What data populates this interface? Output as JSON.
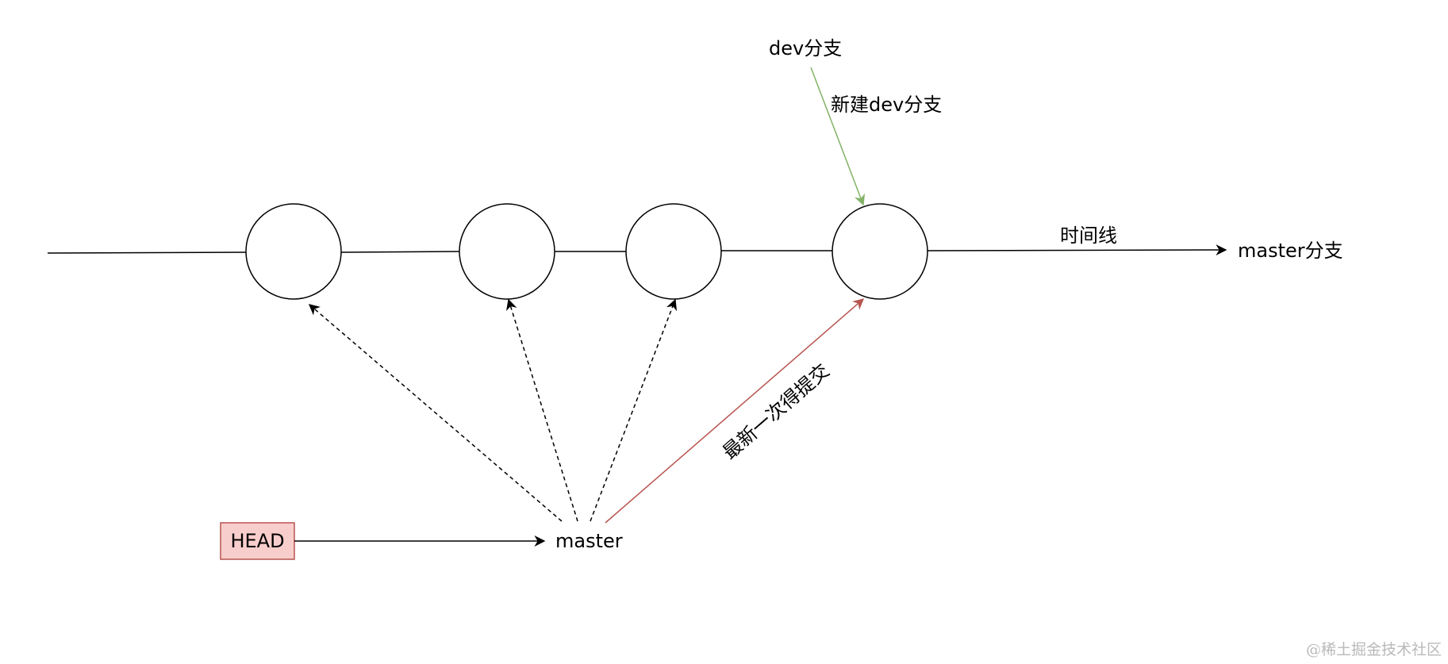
{
  "labels": {
    "dev_branch": "dev分支",
    "create_dev": "新建dev分支",
    "timeline": "时间线",
    "master_branch": "master分支",
    "latest_commit": "最新一次得提交",
    "head": "HEAD",
    "master": "master"
  },
  "watermark": "@稀土掘金技术社区",
  "commits": [
    {
      "id": "commit-1"
    },
    {
      "id": "commit-2"
    },
    {
      "id": "commit-3"
    },
    {
      "id": "commit-4"
    }
  ],
  "colors": {
    "line": "#000000",
    "dev_arrow": "#82b366",
    "latest_arrow": "#b85450",
    "head_fill": "#f8cecc",
    "head_stroke": "#b85450",
    "watermark": "#b9b9b9"
  }
}
